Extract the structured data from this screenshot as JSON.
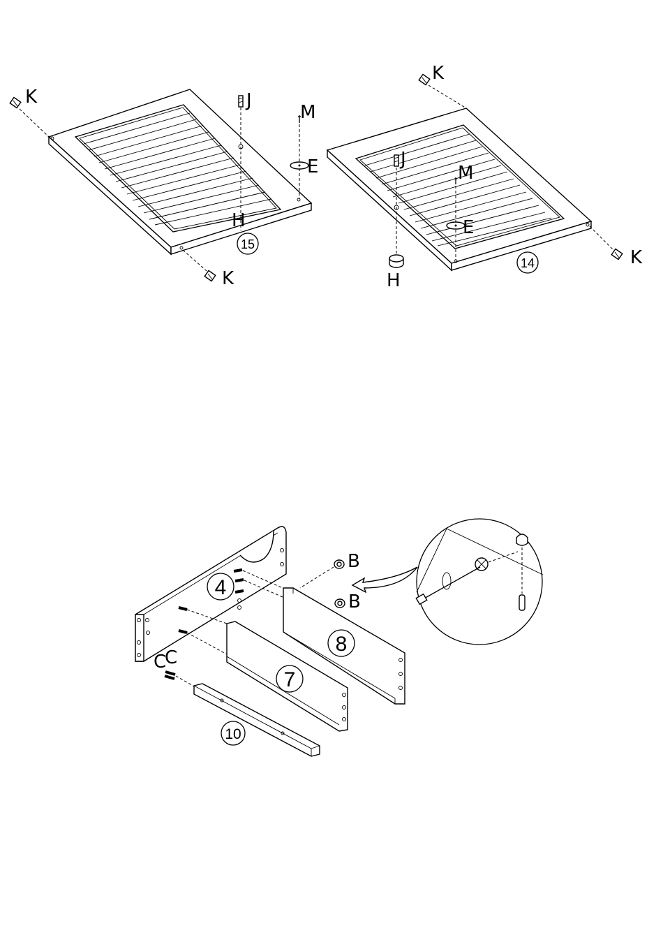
{
  "door_left": {
    "part_number": "15",
    "labels": {
      "k_top": "K",
      "k_bottom": "K",
      "j": "J",
      "m": "M",
      "e": "E",
      "h": "H"
    }
  },
  "door_right": {
    "part_number": "14",
    "labels": {
      "k_top": "K",
      "k_right": "K",
      "j": "J",
      "m": "M",
      "e": "E",
      "h": "H"
    }
  },
  "drawer": {
    "parts": {
      "side": "4",
      "back": "8",
      "bottom": "7",
      "front_rail": "10"
    },
    "labels": {
      "b_top": "B",
      "b_bottom": "B",
      "c1": "C",
      "c2": "C"
    }
  }
}
